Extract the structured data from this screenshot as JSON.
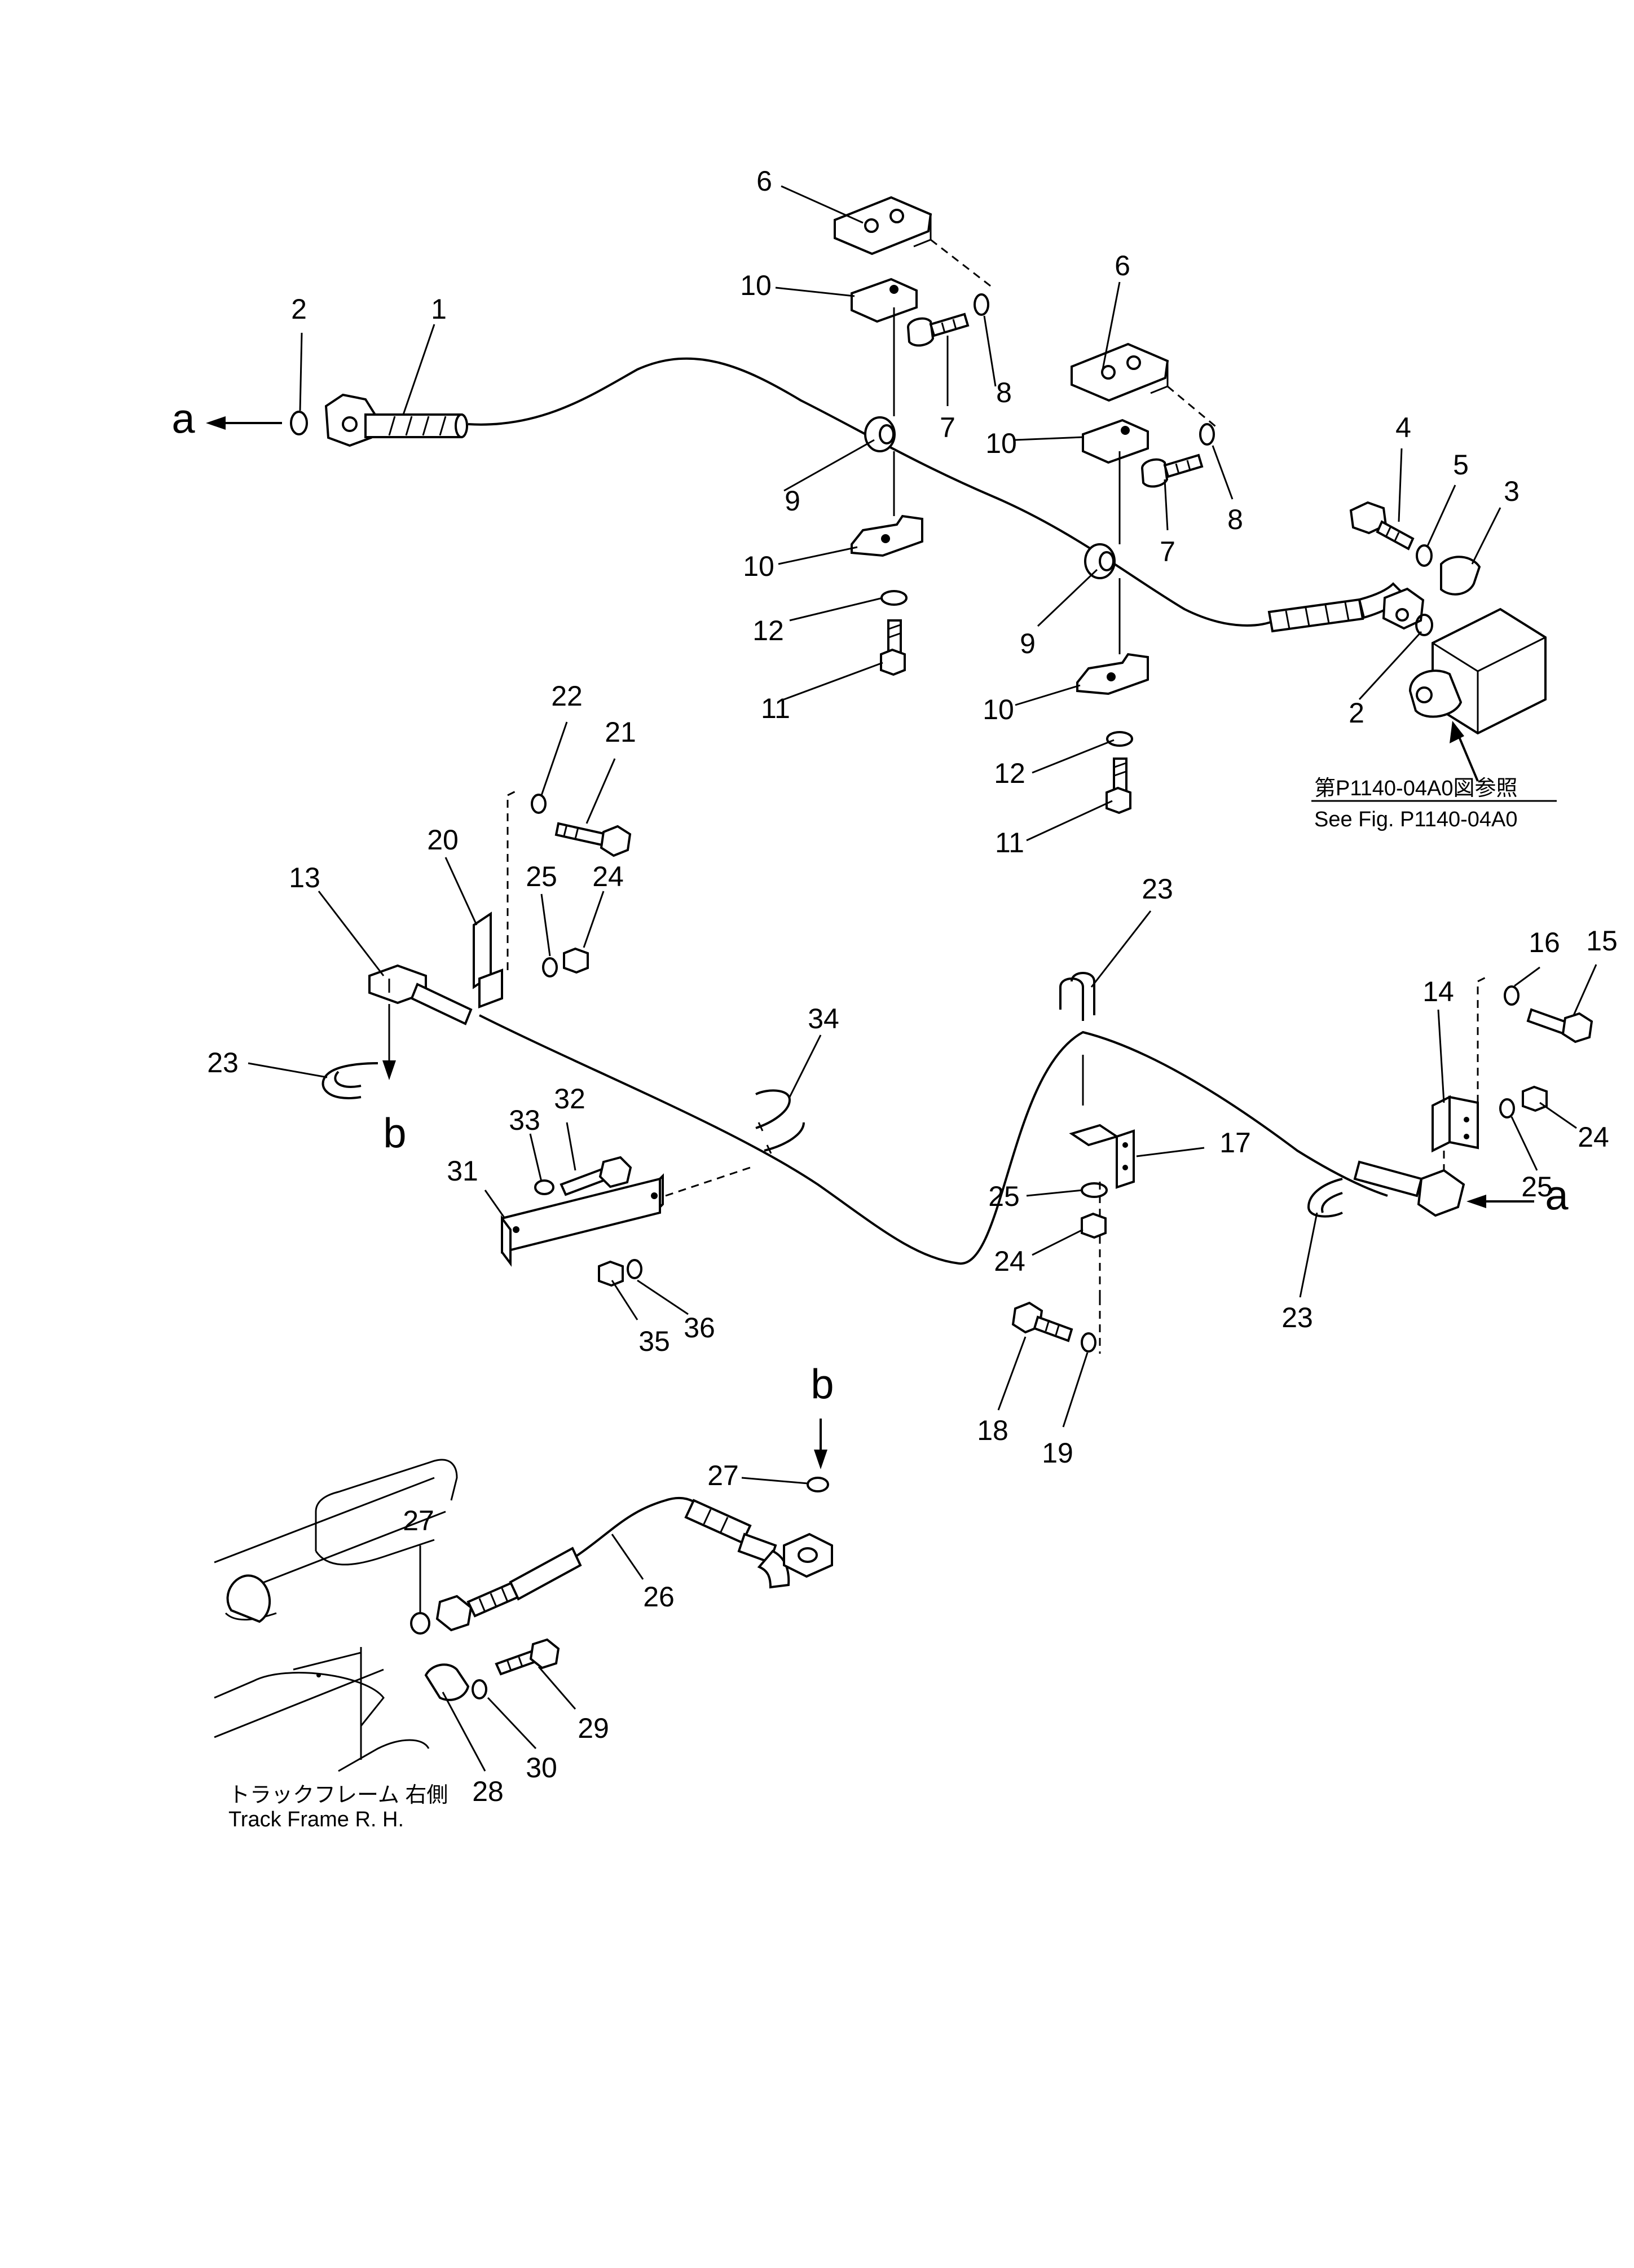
{
  "callouts": {
    "n1": "1",
    "n2a": "2",
    "n2b": "2",
    "n3": "3",
    "n4": "4",
    "n5": "5",
    "n6a": "6",
    "n6b": "6",
    "n7a": "7",
    "n7b": "7",
    "n8a": "8",
    "n8b": "8",
    "n9a": "9",
    "n9b": "9",
    "n10a": "10",
    "n10b": "10",
    "n10c": "10",
    "n10d": "10",
    "n11a": "11",
    "n11b": "11",
    "n12a": "12",
    "n12b": "12",
    "n13": "13",
    "n14": "14",
    "n15": "15",
    "n16": "16",
    "n17": "17",
    "n18": "18",
    "n19": "19",
    "n20": "20",
    "n21": "21",
    "n22": "22",
    "n23a": "23",
    "n23b": "23",
    "n23c": "23",
    "n24a": "24",
    "n24b": "24",
    "n24c": "24",
    "n25a": "25",
    "n25b": "25",
    "n25c": "25",
    "n26": "26",
    "n27a": "27",
    "n27b": "27",
    "n28": "28",
    "n29": "29",
    "n30": "30",
    "n31": "31",
    "n32": "32",
    "n33": "33",
    "n34": "34",
    "n35": "35",
    "n36": "36"
  },
  "connectors": {
    "a1": "a",
    "a2": "a",
    "b1": "b",
    "b2": "b"
  },
  "reference_note": {
    "jp": "第P1140-04A0図参照",
    "en": "See  Fig. P1140-04A0"
  },
  "track_frame_note": {
    "jp": "トラックフレーム 右側",
    "en": "Track  Frame  R. H."
  }
}
